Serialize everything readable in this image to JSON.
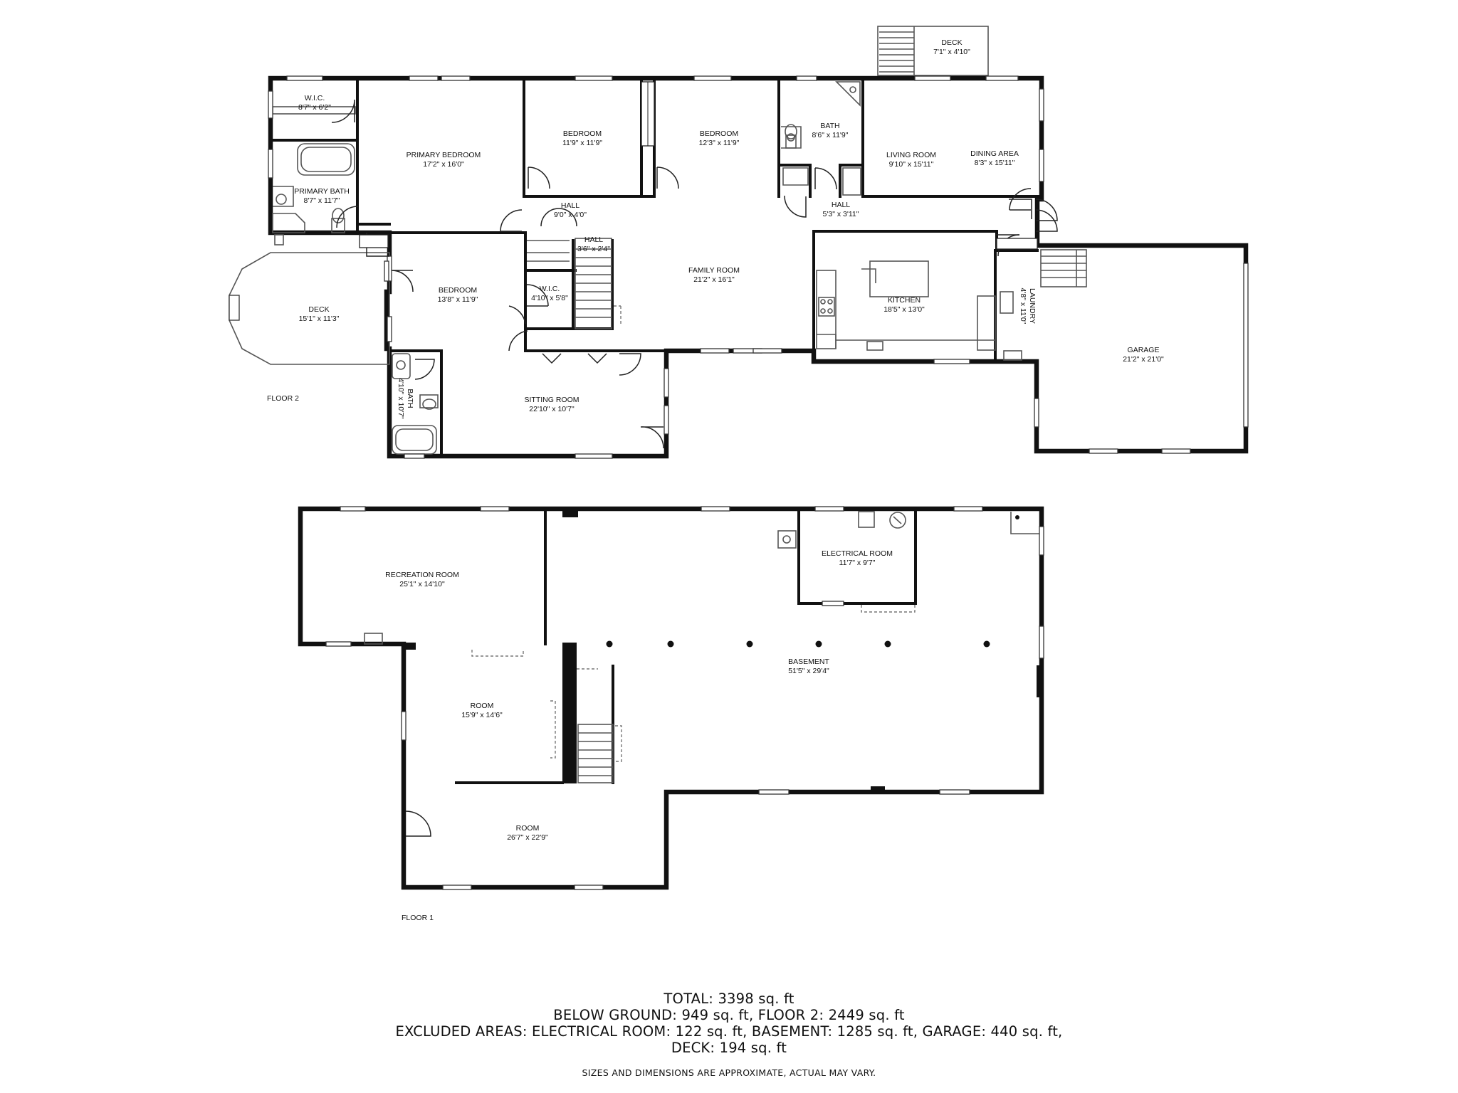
{
  "floor2": {
    "label": "FLOOR 2",
    "rooms": [
      {
        "id": "wic-primary",
        "name": "W.I.C.",
        "dims": "8'7\" x 6'2\""
      },
      {
        "id": "primary-bedroom",
        "name": "PRIMARY BEDROOM",
        "dims": "17'2\" x 16'0\""
      },
      {
        "id": "bedroom-1",
        "name": "BEDROOM",
        "dims": "11'9\" x 11'9\""
      },
      {
        "id": "bedroom-2",
        "name": "BEDROOM",
        "dims": "12'3\" x 11'9\""
      },
      {
        "id": "bath-upper",
        "name": "BATH",
        "dims": "8'6\" x 11'9\""
      },
      {
        "id": "living-room",
        "name": "LIVING ROOM",
        "dims": "9'10\" x 15'11\""
      },
      {
        "id": "dining-area",
        "name": "DINING AREA",
        "dims": "8'3\" x 15'11\""
      },
      {
        "id": "deck-top",
        "name": "DECK",
        "dims": "7'1\" x 4'10\""
      },
      {
        "id": "primary-bath",
        "name": "PRIMARY BATH",
        "dims": "8'7\" x 11'7\""
      },
      {
        "id": "hall-1",
        "name": "HALL",
        "dims": "9'0\" x 4'0\""
      },
      {
        "id": "hall-2",
        "name": "HALL",
        "dims": "3'6\" x 2'4\""
      },
      {
        "id": "hall-3",
        "name": "HALL",
        "dims": "5'3\" x 3'11\""
      },
      {
        "id": "family-room",
        "name": "FAMILY ROOM",
        "dims": "21'2\" x 16'1\""
      },
      {
        "id": "kitchen",
        "name": "KITCHEN",
        "dims": "18'5\" x 13'0\""
      },
      {
        "id": "laundry",
        "name": "LAUNDRY",
        "dims": "4'8\" x 11'0\""
      },
      {
        "id": "bedroom-3",
        "name": "BEDROOM",
        "dims": "13'8\" x 11'9\""
      },
      {
        "id": "wic-2",
        "name": "W.I.C.",
        "dims": "4'10\" x 5'8\""
      },
      {
        "id": "deck-left",
        "name": "DECK",
        "dims": "15'1\" x 11'3\""
      },
      {
        "id": "garage",
        "name": "GARAGE",
        "dims": "21'2\" x 21'0\""
      },
      {
        "id": "bath-lower",
        "name": "BATH",
        "dims": "4'10\" x 10'7\""
      },
      {
        "id": "sitting-room",
        "name": "SITTING ROOM",
        "dims": "22'10\" x 10'7\""
      }
    ]
  },
  "floor1": {
    "label": "FLOOR 1",
    "rooms": [
      {
        "id": "recreation-room",
        "name": "RECREATION ROOM",
        "dims": "25'1\" x 14'10\""
      },
      {
        "id": "electrical-room",
        "name": "ELECTRICAL ROOM",
        "dims": "11'7\" x 9'7\""
      },
      {
        "id": "basement",
        "name": "BASEMENT",
        "dims": "51'5\" x 29'4\""
      },
      {
        "id": "room-1",
        "name": "ROOM",
        "dims": "15'9\" x 14'6\""
      },
      {
        "id": "room-2",
        "name": "ROOM",
        "dims": "26'7\" x 22'9\""
      }
    ]
  },
  "summary": {
    "line1": "TOTAL: 3398 sq. ft",
    "line2": "BELOW GROUND: 949 sq. ft, FLOOR 2: 2449 sq. ft",
    "line3": "EXCLUDED AREAS: ELECTRICAL ROOM: 122 sq. ft, BASEMENT: 1285 sq. ft, GARAGE: 440 sq. ft,",
    "line4": "DECK: 194 sq. ft"
  },
  "disclaimer": "SIZES AND DIMENSIONS ARE APPROXIMATE, ACTUAL MAY VARY."
}
